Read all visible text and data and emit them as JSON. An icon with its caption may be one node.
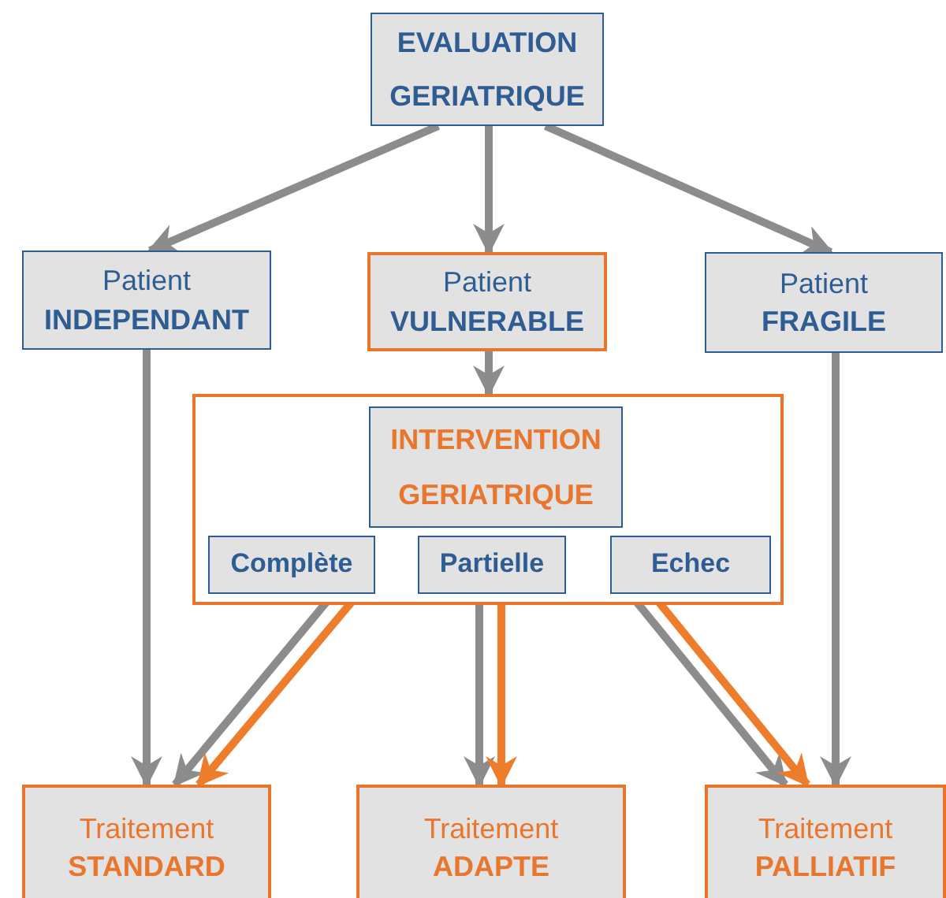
{
  "diagram": {
    "nodes": [
      {
        "text": [
          "EVALUATION GERIATRIQUE"
        ]
      },
      {
        "text": [
          "Patient",
          "INDEPENDANT"
        ]
      },
      {
        "text": [
          "Patient",
          "VULNERABLE"
        ]
      },
      {
        "text": [
          "Patient",
          "FRAGILE"
        ]
      },
      {
        "text": [],
        "shape": "box"
      },
      {
        "text": [
          "INTERVENTION GERIATRIQUE"
        ],
        "in": 4
      },
      {
        "text": [
          "Complète"
        ],
        "in": 4
      },
      {
        "text": [
          "Partielle"
        ],
        "in": 4
      },
      {
        "text": [
          "Echec"
        ],
        "in": 4
      },
      {
        "text": [
          "Traitement",
          "STANDARD"
        ]
      },
      {
        "text": [
          "Traitement",
          "ADAPTE"
        ]
      },
      {
        "text": [
          "Traitement",
          "PALLIATIF"
        ]
      }
    ],
    "edges": [
      {
        "from": 0,
        "to": 1,
        "arrow": "to"
      },
      {
        "from": 0,
        "to": 2,
        "arrow": "to"
      },
      {
        "from": 0,
        "to": 3,
        "arrow": "to"
      },
      {
        "from": 2,
        "to": 4,
        "arrow": "to"
      },
      {
        "from": 1,
        "to": 9,
        "arrow": "to"
      },
      {
        "from": 6,
        "to": 9,
        "arrow": "to"
      },
      {
        "from": 6,
        "to": 9,
        "arrow": "to",
        "color": "#ee7d2b"
      },
      {
        "from": 7,
        "to": 10,
        "arrow": "to"
      },
      {
        "from": 7,
        "to": 10,
        "arrow": "to",
        "color": "#ee7d2b"
      },
      {
        "from": 8,
        "to": 11,
        "arrow": "to"
      },
      {
        "from": 8,
        "to": 11,
        "arrow": "to",
        "color": "#ee7d2b"
      },
      {
        "from": 3,
        "to": 11,
        "arrow": "to"
      }
    ]
  }
}
